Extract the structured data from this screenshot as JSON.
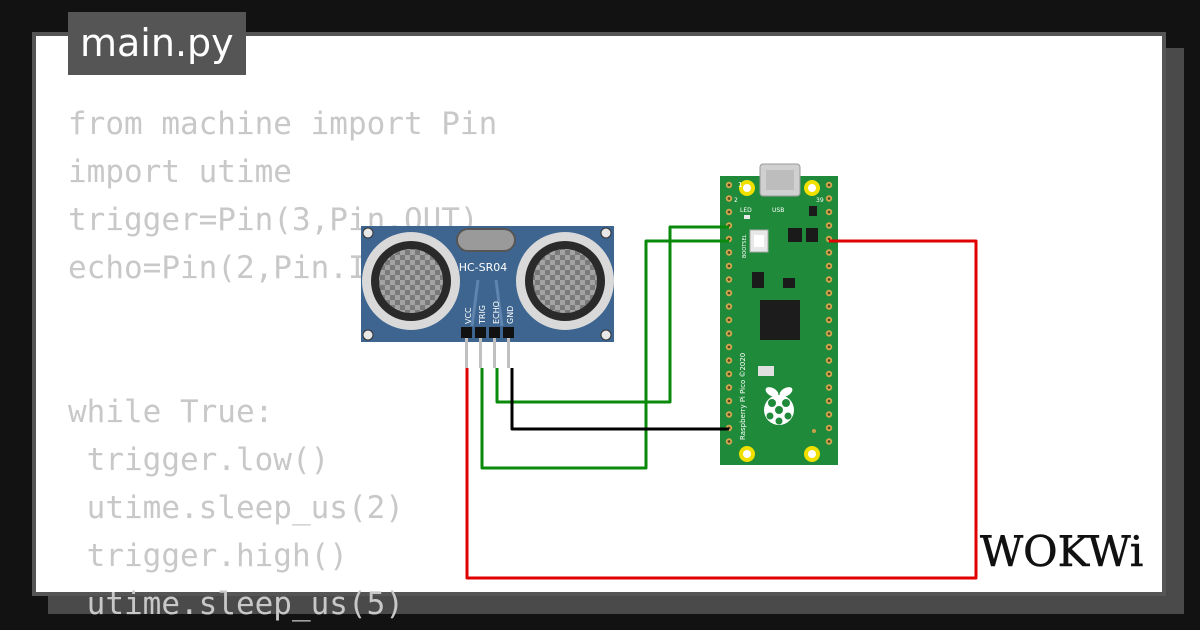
{
  "file_tab": {
    "label": "main.py"
  },
  "code": {
    "lines": [
      "from machine import Pin",
      "import utime",
      "trigger=Pin(3,Pin.OUT)",
      "echo=Pin(2,Pin.IN)",
      "",
      "",
      "while True:",
      " trigger.low()",
      " utime.sleep_us(2)",
      " trigger.high()",
      " utime.sleep_us(5)"
    ]
  },
  "sensor": {
    "model": "HC-SR04",
    "pins": [
      "VCC",
      "TRIG",
      "ECHO",
      "GND"
    ]
  },
  "board": {
    "pin_1": "1",
    "pin_2": "2",
    "pin_39": "39",
    "led_label": "LED",
    "usb_label": "USB",
    "bootsel_label": "BOOTSEL",
    "model_text": "Raspberry Pi Pico ©2020"
  },
  "wires": [
    {
      "id": "vcc",
      "color": "#e00000"
    },
    {
      "id": "trig",
      "color": "#0a8a0a"
    },
    {
      "id": "echo",
      "color": "#0a8a0a"
    },
    {
      "id": "gnd",
      "color": "#000000"
    }
  ],
  "logo": {
    "text": "WOKWi"
  },
  "colors": {
    "background": "#121212",
    "card": "#ffffff",
    "tab": "#555555",
    "sensor_board": "#3d6590",
    "pico_board": "#1f8a3a",
    "code_text": "#c8c8c8"
  }
}
